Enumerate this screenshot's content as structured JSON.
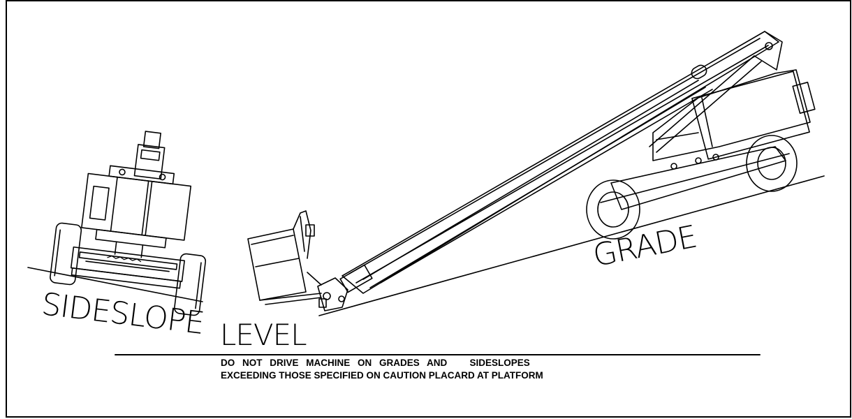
{
  "labels": {
    "sideslope": "SIDESLOPE",
    "level": "LEVEL",
    "grade": "GRADE"
  },
  "caution": {
    "line1": "DO NOT DRIVE MACHINE ON GRADES AND   SIDESLOPES",
    "line2": "EXCEEDING THOSE SPECIFIED ON CAUTION PLACARD AT PLATFORM"
  }
}
